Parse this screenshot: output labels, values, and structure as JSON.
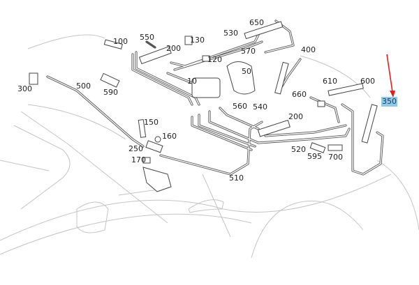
{
  "diagram": {
    "labels": {
      "p100": "100",
      "p550": "550",
      "p130": "130",
      "p200a": "200",
      "p530": "530",
      "p650": "650",
      "p120": "120",
      "p570": "570",
      "p400": "400",
      "p50": "50",
      "p300": "300",
      "p500": "500",
      "p590": "590",
      "p10": "10",
      "p610": "610",
      "p600": "600",
      "p660": "660",
      "p350": "350",
      "p560": "560",
      "p540": "540",
      "p200b": "200",
      "p150": "150",
      "p160": "160",
      "p250": "250",
      "p170": "170",
      "p520": "520",
      "p595": "595",
      "p700": "700",
      "p510": "510"
    },
    "highlighted_part": "350",
    "colors": {
      "highlight": "#8fc9e6",
      "arrow": "#e02020",
      "line": "#555555",
      "outline": "#bbbbbb"
    }
  }
}
